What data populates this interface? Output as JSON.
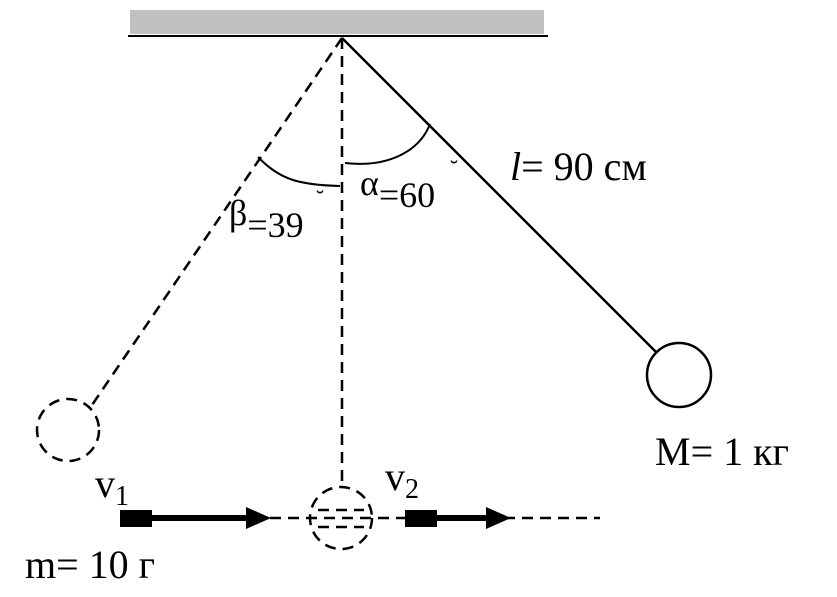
{
  "labels": {
    "length_var": "l",
    "length_value": "= 90 см",
    "big_mass": "M= 1 кг",
    "small_mass": "m= 10 г",
    "v1_main": "v",
    "v1_sub": "1",
    "v2_main": "v",
    "v2_sub": "2",
    "alpha_sym": "α",
    "alpha_value": "=60",
    "beta_sym": "β",
    "beta_value": "=39",
    "degree_mark": "˘"
  },
  "colors": {
    "ceiling": "#c0c0c0",
    "ink": "#000000"
  }
}
